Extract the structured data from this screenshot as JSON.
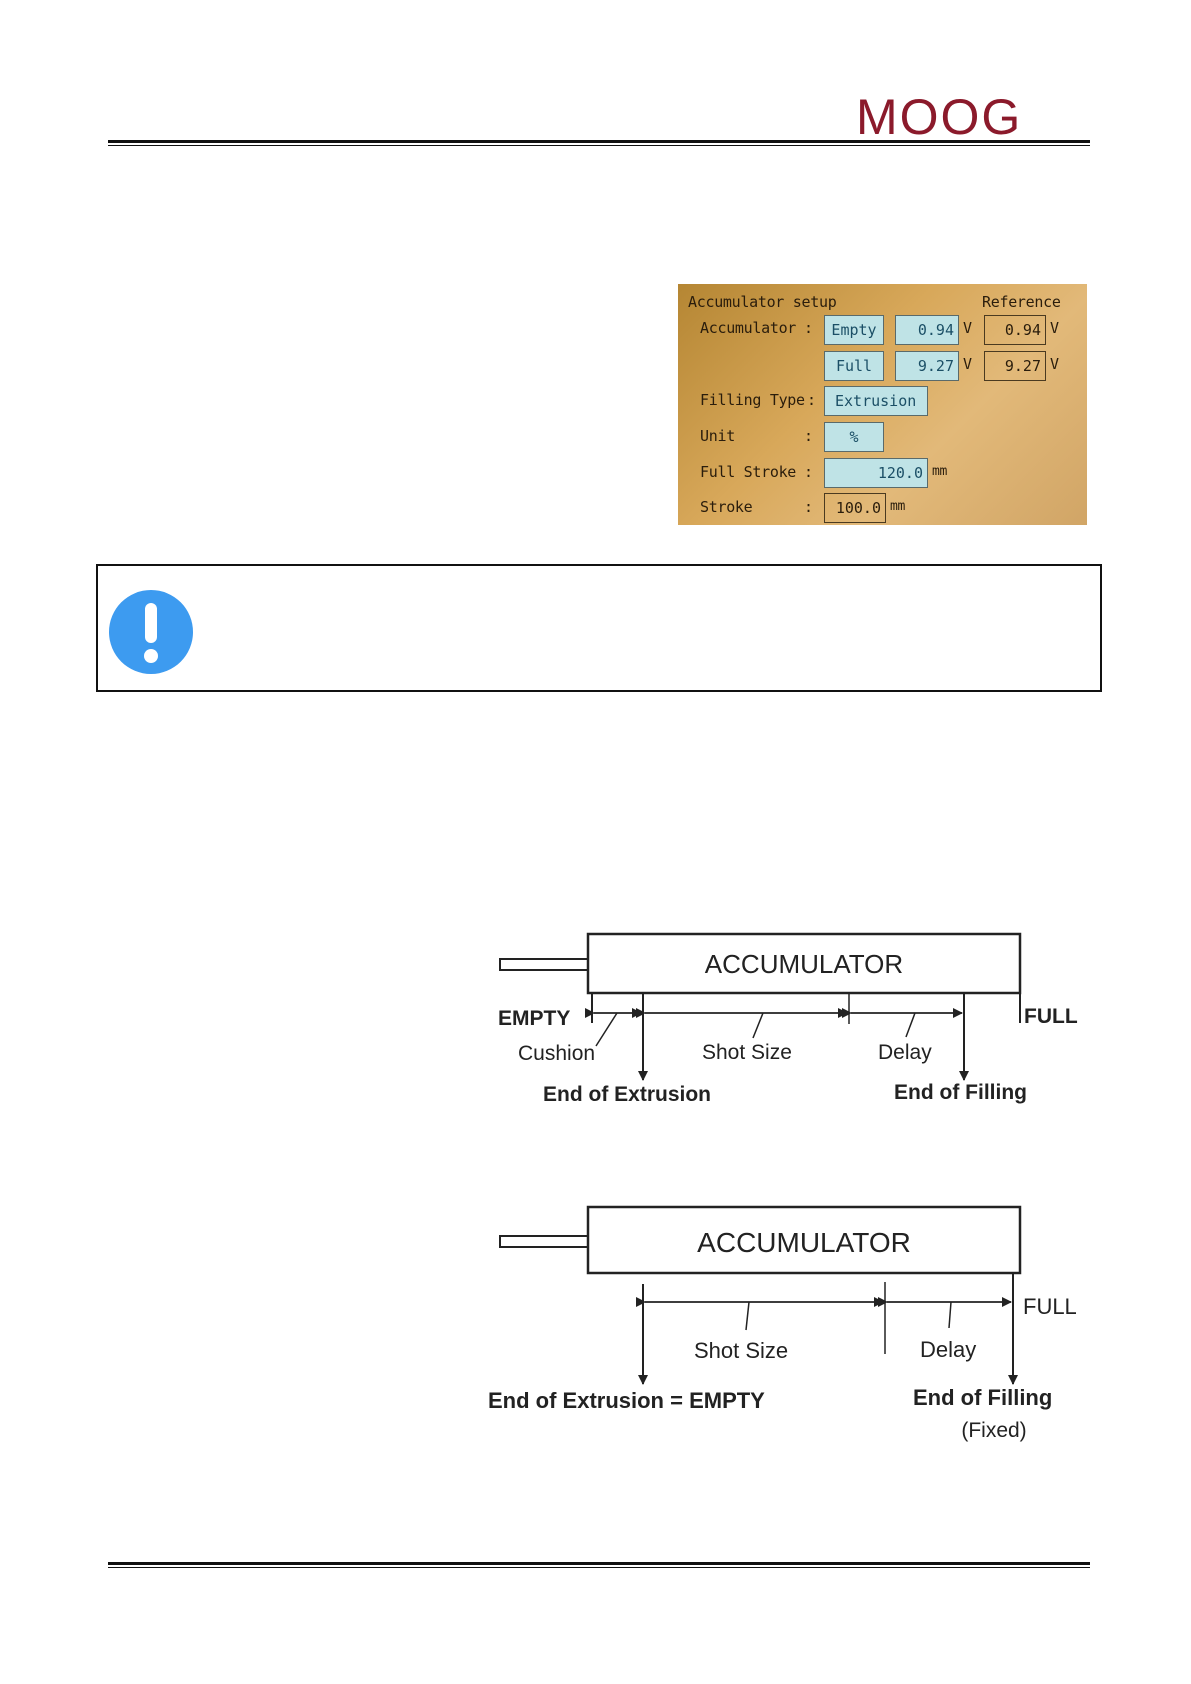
{
  "header": {
    "logo_text": "MOOG"
  },
  "panel": {
    "title": "Accumulator setup",
    "reference_label": "Reference",
    "accumulator_label": "Accumulator",
    "colon": ":",
    "empty_button": "Empty",
    "empty_value": "0.94",
    "empty_unit": "V",
    "empty_reference": "0.94",
    "empty_reference_unit": "V",
    "full_button": "Full",
    "full_value": "9.27",
    "full_unit": "V",
    "full_reference": "9.27",
    "full_reference_unit": "V",
    "filling_type_label": "Filling Type",
    "filling_type_value": "Extrusion",
    "unit_label": "Unit",
    "unit_value": "%",
    "full_stroke_label": "Full Stroke",
    "full_stroke_value": "120.0",
    "full_stroke_unit": "mm",
    "stroke_label": "Stroke",
    "stroke_value": "100.0",
    "stroke_unit": "mm"
  },
  "diagram1": {
    "accumulator_label": "ACCUMULATOR",
    "empty_label": "EMPTY",
    "full_label": "FULL",
    "cushion_label": "Cushion",
    "shot_size_label": "Shot Size",
    "delay_label": "Delay",
    "end_extrusion_label": "End of Extrusion",
    "end_filling_label": "End of Filling"
  },
  "diagram2": {
    "accumulator_label": "ACCUMULATOR",
    "full_label": "FULL",
    "shot_size_label": "Shot Size",
    "delay_label": "Delay",
    "end_extrusion_label": "End of Extrusion = EMPTY",
    "end_filling_label": "End of Filling",
    "fixed_label": "(Fixed)"
  },
  "colors": {
    "logo": "#8b1a2b",
    "notice_icon": "#3d9bf0",
    "panel_cyan": "#bfe3e6"
  }
}
